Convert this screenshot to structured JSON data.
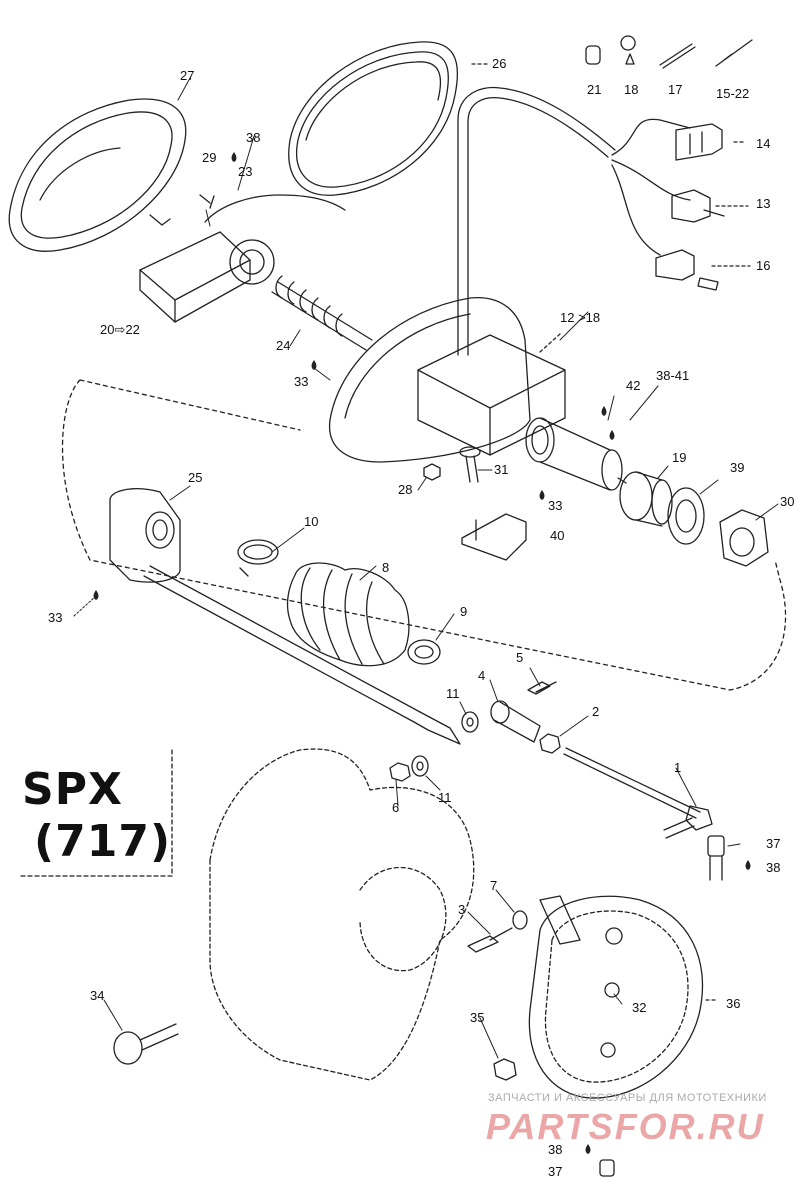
{
  "model": {
    "line1": "SPX",
    "line2": "(717)"
  },
  "watermark": {
    "caption": "ЗАПЧАСТИ И АКСЕССУАРЫ ДЛЯ МОТОТЕХНИКИ",
    "brand": "PARTSFOR.RU",
    "color": "#e58a8a"
  },
  "labels": {
    "p27": "27",
    "p26": "26",
    "p21": "21",
    "p18": "18",
    "p17": "17",
    "p15_22": "15-22",
    "p38a": "38",
    "p29": "29",
    "p23": "23",
    "p14": "14",
    "p13": "13",
    "p16": "16",
    "p20_22": "20⇨22",
    "p24": "24",
    "p33a": "33",
    "p12_18": "12 >18",
    "p42": "42",
    "p38_41": "38-41",
    "p31": "31",
    "p28": "28",
    "p33b": "33",
    "p19": "19",
    "p39": "39",
    "p40": "40",
    "p25": "25",
    "p30": "30",
    "p10": "10",
    "p8": "8",
    "p33c": "33",
    "p9": "9",
    "p5": "5",
    "p4": "4",
    "p11a": "11",
    "p2": "2",
    "p1": "1",
    "p6": "6",
    "p11b": "11",
    "p37a": "37",
    "p38b": "38",
    "p7": "7",
    "p3": "3",
    "p34": "34",
    "p32": "32",
    "p36": "36",
    "p35": "35",
    "p38c": "38",
    "p37b": "37"
  }
}
